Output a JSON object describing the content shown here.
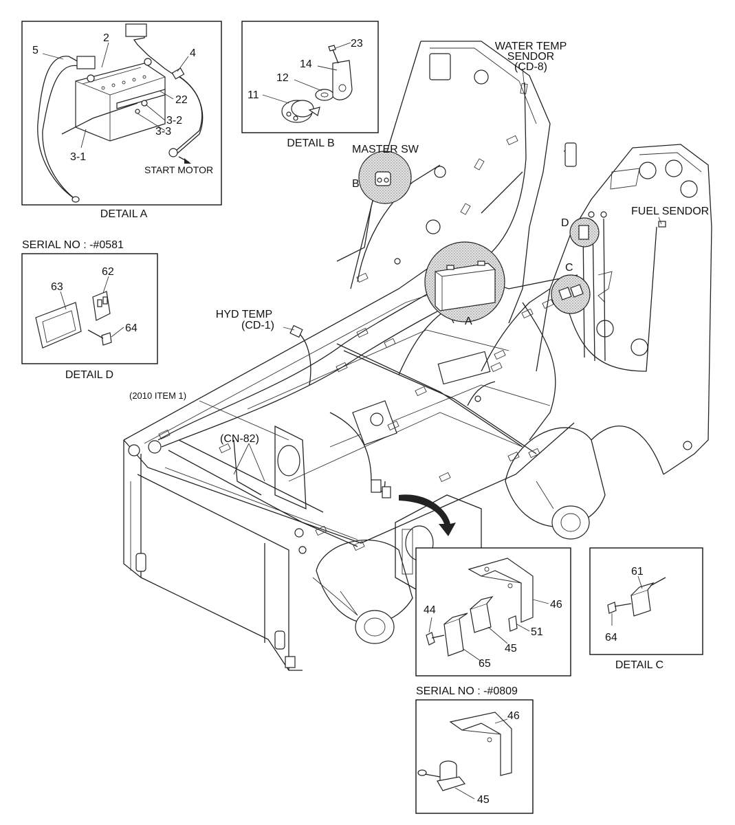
{
  "details": {
    "a": {
      "caption": "DETAIL A",
      "labels": [
        "5",
        "2",
        "4",
        "22",
        "3-2",
        "3-3",
        "3-1",
        "START MOTOR"
      ]
    },
    "b": {
      "caption": "DETAIL B",
      "labels": [
        "23",
        "14",
        "12",
        "11"
      ]
    },
    "d": {
      "serial": "SERIAL NO : -#0581",
      "caption": "DETAIL D",
      "labels": [
        "62",
        "63",
        "64"
      ]
    },
    "c": {
      "caption": "DETAIL C",
      "labels": [
        "61",
        "64"
      ]
    },
    "relay": {
      "labels": [
        "46",
        "44",
        "51",
        "45",
        "65"
      ]
    },
    "serial_0809": {
      "serial": "SERIAL NO : -#0809",
      "labels": [
        "46",
        "45"
      ]
    }
  },
  "callouts": {
    "water_temp": [
      "WATER TEMP",
      "SENDOR",
      "(CD-8)"
    ],
    "master_sw": "MASTER SW",
    "fuel_sendor": "FUEL SENDOR",
    "hyd_temp": [
      "HYD TEMP",
      "(CD-1)"
    ],
    "item_2010": "(2010 ITEM 1)",
    "cn82": "(CN-82)",
    "letter_a": "A",
    "letter_b": "B",
    "letter_c": "C",
    "letter_d": "D"
  }
}
